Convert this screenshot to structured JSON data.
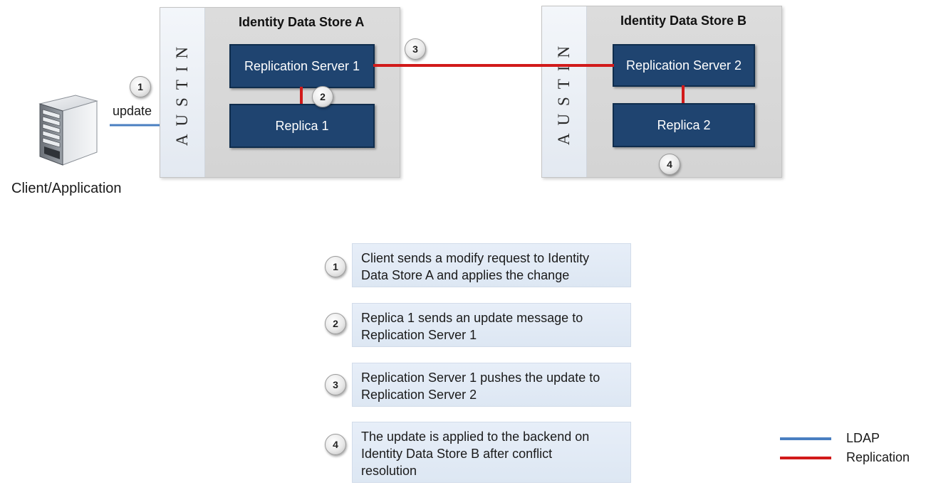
{
  "client": {
    "label": "Client/Application",
    "arrow_label": "update"
  },
  "store_a": {
    "title": "Identity Data Store A",
    "location": "AUSTIN",
    "replication_server": "Replication Server 1",
    "replica": "Replica 1"
  },
  "store_b": {
    "title": "Identity Data Store B",
    "location": "AUSTIN",
    "replication_server": "Replication Server 2",
    "replica": "Replica 2"
  },
  "badges": [
    "1",
    "2",
    "3",
    "4"
  ],
  "steps": [
    {
      "num": "1",
      "line1": "Client sends a modify request to Identity",
      "line2": "Data Store A and applies the change",
      "line3": ""
    },
    {
      "num": "2",
      "line1": "Replica 1 sends an update message to",
      "line2": "Replication Server 1",
      "line3": ""
    },
    {
      "num": "3",
      "line1": "Replication Server 1 pushes the update to",
      "line2": "Replication Server 2",
      "line3": ""
    },
    {
      "num": "4",
      "line1": "The update is applied to the backend on",
      "line2": "Identity Data Store B after conflict",
      "line3": "resolution"
    }
  ],
  "legend": [
    {
      "label": "LDAP",
      "color": "#4a7fc1"
    },
    {
      "label": "Replication",
      "color": "#d11a1a"
    }
  ],
  "colors": {
    "server_fill": "#1f4470",
    "ldap": "#4a7fc1",
    "replication": "#d11a1a"
  }
}
